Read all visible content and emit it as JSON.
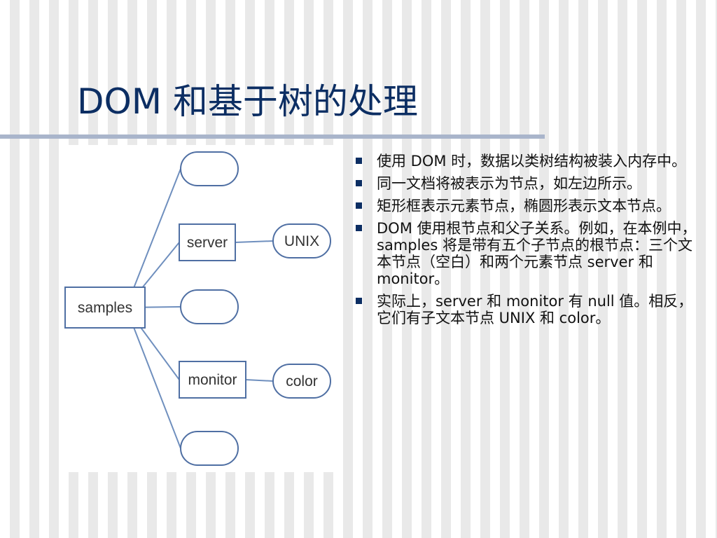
{
  "slide": {
    "title": "DOM 和基于树的处理"
  },
  "diagram": {
    "nodes": [
      {
        "id": "samples",
        "shape": "rect",
        "label": "samples"
      },
      {
        "id": "text1",
        "shape": "ellipse",
        "label": ""
      },
      {
        "id": "server",
        "shape": "rect",
        "label": "server"
      },
      {
        "id": "unix",
        "shape": "ellipse",
        "label": "UNIX"
      },
      {
        "id": "text2",
        "shape": "ellipse",
        "label": ""
      },
      {
        "id": "monitor",
        "shape": "rect",
        "label": "monitor"
      },
      {
        "id": "color",
        "shape": "ellipse",
        "label": "color"
      },
      {
        "id": "text3",
        "shape": "ellipse",
        "label": ""
      }
    ],
    "edges": [
      {
        "from": "samples",
        "to": "text1"
      },
      {
        "from": "samples",
        "to": "server"
      },
      {
        "from": "samples",
        "to": "text2"
      },
      {
        "from": "samples",
        "to": "monitor"
      },
      {
        "from": "samples",
        "to": "text3"
      },
      {
        "from": "server",
        "to": "unix"
      },
      {
        "from": "monitor",
        "to": "color"
      }
    ],
    "colors": {
      "edge": "#6f8fbe",
      "node_stroke": "#4f6fa3",
      "node_fill": "#ffffff"
    }
  },
  "bullets": [
    "使用 DOM 时，数据以类树结构被装入内存中。",
    "同一文档将被表示为节点，如左边所示。",
    "矩形框表示元素节点，椭圆形表示文本节点。",
    "DOM 使用根节点和父子关系。例如，在本例中，samples 将是带有五个子节点的根节点：三个文本节点（空白）和两个元素节点 server 和 monitor。",
    "实际上，server 和 monitor 有 null 值。相反，它们有子文本节点 UNIX 和 color。"
  ],
  "theme": {
    "title_color": "#0c2e63",
    "rule_color": "#a9b5cb",
    "bullet_color": "#0c2e63"
  }
}
